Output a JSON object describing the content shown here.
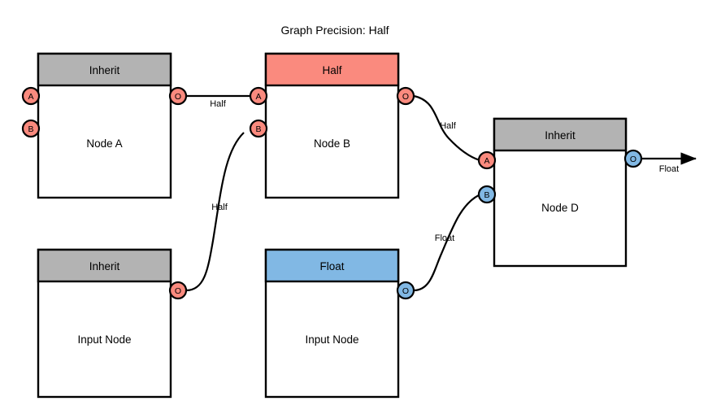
{
  "title": "Graph Precision: Half",
  "colors": {
    "inherit": "#b3b3b3",
    "half": "#fa8a7e",
    "float": "#81b8e4",
    "stroke": "#000000",
    "background": "#ffffff"
  },
  "nodes": [
    {
      "id": "node-a",
      "header": "Inherit",
      "body": "Node A",
      "header_type": "inherit",
      "inputs": [
        {
          "label": "A",
          "type": "half"
        },
        {
          "label": "B",
          "type": "half"
        }
      ],
      "outputs": [
        {
          "label": "O",
          "type": "half"
        }
      ]
    },
    {
      "id": "node-b",
      "header": "Half",
      "body": "Node B",
      "header_type": "half",
      "inputs": [
        {
          "label": "A",
          "type": "half"
        },
        {
          "label": "B",
          "type": "half"
        }
      ],
      "outputs": [
        {
          "label": "O",
          "type": "half"
        }
      ]
    },
    {
      "id": "node-d",
      "header": "Inherit",
      "body": "Node D",
      "header_type": "inherit",
      "inputs": [
        {
          "label": "A",
          "type": "half"
        },
        {
          "label": "B",
          "type": "float"
        }
      ],
      "outputs": [
        {
          "label": "O",
          "type": "float"
        }
      ]
    },
    {
      "id": "input-node-left",
      "header": "Inherit",
      "body": "Input Node",
      "header_type": "inherit",
      "inputs": [],
      "outputs": [
        {
          "label": "O",
          "type": "half"
        }
      ]
    },
    {
      "id": "input-node-middle",
      "header": "Float",
      "body": "Input Node",
      "header_type": "float",
      "inputs": [],
      "outputs": [
        {
          "label": "O",
          "type": "float"
        }
      ]
    }
  ],
  "edges": [
    {
      "id": "edge-a-to-b",
      "from": "node-a.O",
      "to": "node-b.A",
      "label": "Half"
    },
    {
      "id": "edge-b-to-d",
      "from": "node-b.O",
      "to": "node-d.A",
      "label": "Half"
    },
    {
      "id": "edge-inleft-to-b",
      "from": "input-node-left.O",
      "to": "node-b.B",
      "label": "Half"
    },
    {
      "id": "edge-inmid-to-d",
      "from": "input-node-middle.O",
      "to": "node-d.B",
      "label": "Float"
    },
    {
      "id": "edge-d-output",
      "from": "node-d.O",
      "to": "graph-output",
      "label": "Float"
    }
  ]
}
